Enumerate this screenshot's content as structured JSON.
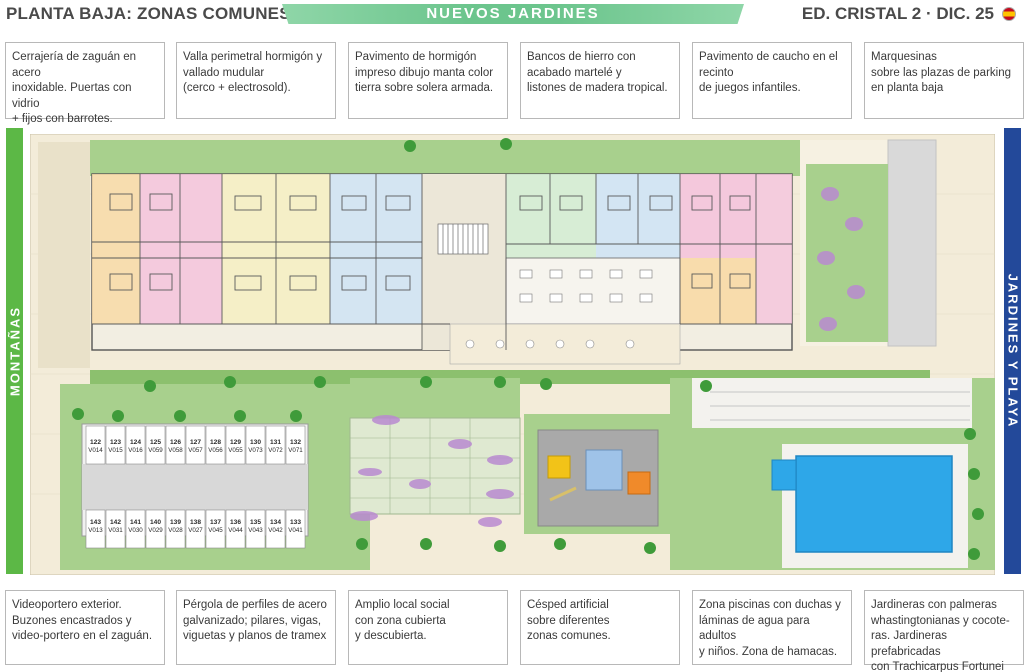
{
  "header": {
    "left_title": "PLANTA BAJA: ZONAS COMUNES",
    "banner": "NUEVOS JARDINES",
    "right_title": "ED. CRISTAL 2 · DIC. 25",
    "flag_icon": "spain-flag-icon"
  },
  "side_labels": {
    "left": "MONTAÑAS",
    "right": "JARDINES Y PLAYA",
    "left_color": "#5cb846",
    "right_color": "#23499a"
  },
  "top_notes": [
    "Cerrajería de zaguán en acero\ninoxidable. Puertas con vidrio\n+ fijos con barrotes.",
    "Valla perimetral hormigón y\nvallado mudular\n(cerco + electrosold).",
    "Pavimento de hormigón\nimpreso dibujo manta color\ntierra sobre solera armada.",
    "Bancos de hierro con\nacabado martelé y\n listones de madera tropical.",
    "Pavimento de caucho en el\nrecinto\nde juegos infantiles.",
    "Marquesinas\nsobre las plazas de parking\nen planta baja"
  ],
  "bottom_notes": [
    "Videoportero exterior.\nBuzones encastrados y\nvideo-portero en el zaguán.",
    "Pérgola de perfiles de acero\ngalvanizado; pilares, vigas,\nviguetas y planos de tramex",
    "Amplio local social\ncon zona cubierta\ny descubierta.",
    "Césped artificial\nsobre diferentes\nzonas comunes.",
    "Zona piscinas con duchas y\nláminas de agua para adultos\ny niños.  Zona de hamacas.",
    "Jardineras con palmeras\nwhastingtonianas y cocote-\nras. Jardineras prefabricadas\ncon Trachicarpus Fortunei"
  ],
  "parking": {
    "top_row": [
      {
        "num": "122",
        "code": "V014"
      },
      {
        "num": "123",
        "code": "V015"
      },
      {
        "num": "124",
        "code": "V016"
      },
      {
        "num": "125",
        "code": "V059"
      },
      {
        "num": "126",
        "code": "V058"
      },
      {
        "num": "127",
        "code": "V057"
      },
      {
        "num": "128",
        "code": "V056"
      },
      {
        "num": "129",
        "code": "V055"
      },
      {
        "num": "130",
        "code": "V073"
      },
      {
        "num": "131",
        "code": "V072"
      },
      {
        "num": "132",
        "code": "V071"
      }
    ],
    "bottom_row": [
      {
        "num": "143",
        "code": "V013"
      },
      {
        "num": "142",
        "code": "V031"
      },
      {
        "num": "141",
        "code": "V030"
      },
      {
        "num": "140",
        "code": "V029"
      },
      {
        "num": "139",
        "code": "V028"
      },
      {
        "num": "138",
        "code": "V027"
      },
      {
        "num": "137",
        "code": "V045"
      },
      {
        "num": "136",
        "code": "V044"
      },
      {
        "num": "135",
        "code": "V043"
      },
      {
        "num": "134",
        "code": "V042"
      },
      {
        "num": "133",
        "code": "V041"
      }
    ]
  },
  "colors": {
    "lawn": "#a8d08d",
    "lawn_dark": "#8cc06e",
    "paving": "#f3ecd9",
    "pool": "#2ea7e8",
    "flowers": "#b98ad0",
    "unit_orange": "#f8d9a6",
    "unit_pink": "#f4c3dc",
    "unit_yellow": "#f6efc2",
    "unit_blue": "#cfe3f5",
    "unit_green": "#d4ecd4"
  }
}
